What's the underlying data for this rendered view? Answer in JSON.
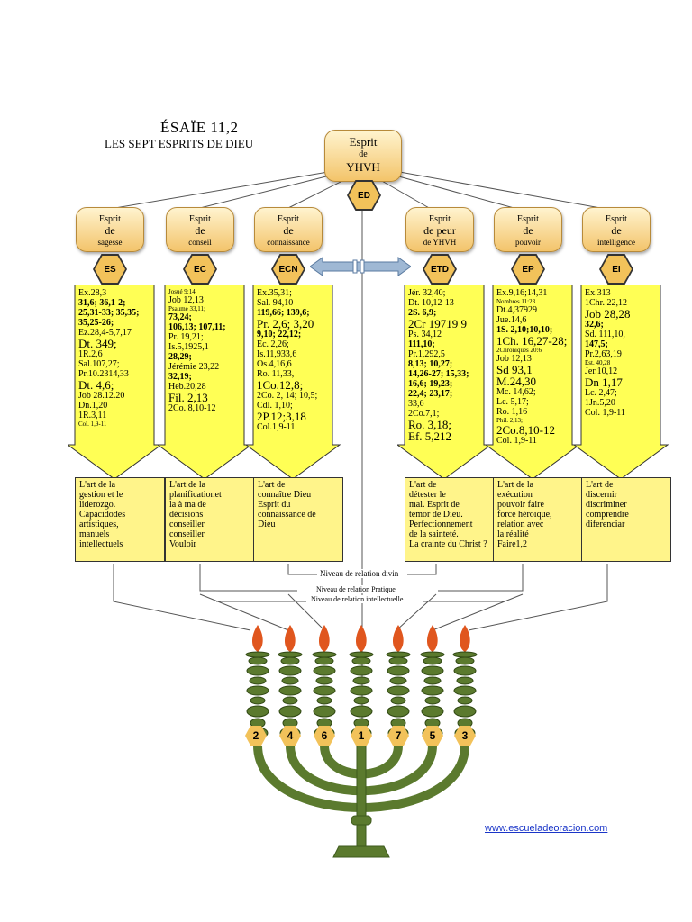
{
  "header": {
    "title": "ÉSAÏE 11,2",
    "subtitle": "LES SEPT ESPRITS DE DIEU"
  },
  "main_spirit": {
    "line1": "Esprit",
    "line2": "de",
    "line3": "YHVH",
    "badge": "ED"
  },
  "spirits": [
    {
      "id": "es",
      "line1": "Esprit",
      "line2": "de",
      "line3": "sagesse",
      "badge": "ES",
      "refs": [
        {
          "t": "Ex.28,3",
          "c": ""
        },
        {
          "t": "31,6; 36,1-2;",
          "c": "bold"
        },
        {
          "t": "25,31-33; 35,35;",
          "c": "bold"
        },
        {
          "t": "35,25-26;",
          "c": "bold"
        },
        {
          "t": "Ez.28,4-5,7,17",
          "c": ""
        },
        {
          "t": "Dt. 349;",
          "c": "big"
        },
        {
          "t": "1R.2,6",
          "c": ""
        },
        {
          "t": "Sal.107,27;",
          "c": ""
        },
        {
          "t": "Pr.10.2314,33",
          "c": ""
        },
        {
          "t": "Dt. 4,6;",
          "c": "big"
        },
        {
          "t": "Job 28.12.20",
          "c": ""
        },
        {
          "t": "Dn.1,20",
          "c": ""
        },
        {
          "t": "1R.3,11",
          "c": ""
        },
        {
          "t": "Col. 1,9-11",
          "c": "small"
        }
      ],
      "desc": [
        "L'art de la",
        "gestion et le",
        "liderozgo.",
        "Capacidodes",
        "artistiques,",
        "manuels",
        "intellectuels"
      ]
    },
    {
      "id": "ec",
      "line1": "Esprit",
      "line2": "de",
      "line3": "conseil",
      "badge": "EC",
      "refs": [
        {
          "t": "Josué 9:14",
          "c": "small"
        },
        {
          "t": "Job 12,13",
          "c": ""
        },
        {
          "t": "Psaume 33,11;",
          "c": "small"
        },
        {
          "t": "73,24;",
          "c": "bold"
        },
        {
          "t": "106,13; 107,11;",
          "c": "bold"
        },
        {
          "t": "Pr. 19,21;",
          "c": ""
        },
        {
          "t": "Is.5,1925,1",
          "c": ""
        },
        {
          "t": "28,29;",
          "c": "bold"
        },
        {
          "t": "Jérémie 23,22",
          "c": ""
        },
        {
          "t": "32,19;",
          "c": "bold"
        },
        {
          "t": "Heb.20,28",
          "c": ""
        },
        {
          "t": "Fil. 2,13",
          "c": "big"
        },
        {
          "t": "2Co. 8,10-12",
          "c": ""
        }
      ],
      "desc": [
        "L'art de la",
        "planificationet",
        "la à ma de",
        "décisions",
        "conseiller",
        "conseiller",
        "Vouloir"
      ]
    },
    {
      "id": "ecn",
      "line1": "Esprit",
      "line2": "de",
      "line3": "connaissance",
      "badge": "ECN",
      "refs": [
        {
          "t": "Ex.35,31;",
          "c": ""
        },
        {
          "t": "Sal. 94,10",
          "c": ""
        },
        {
          "t": "119,66; 139,6;",
          "c": "bold"
        },
        {
          "t": "Pr. 2,6; 3,20",
          "c": "big"
        },
        {
          "t": "9,10; 22,12;",
          "c": "bold"
        },
        {
          "t": "Ec. 2,26;",
          "c": ""
        },
        {
          "t": "Is.11,933,6",
          "c": ""
        },
        {
          "t": "Os.4,16,6",
          "c": ""
        },
        {
          "t": "Ro. 11,33,",
          "c": ""
        },
        {
          "t": "1Co.12,8;",
          "c": "big"
        },
        {
          "t": "2Co. 2, 14; 10,5;",
          "c": ""
        },
        {
          "t": "Cdl. 1,10;",
          "c": ""
        },
        {
          "t": "2P.12;3,18",
          "c": "big"
        },
        {
          "t": "Col.1,9-11",
          "c": ""
        }
      ],
      "desc": [
        "L'art de",
        "connaître Dieu",
        "Esprit du",
        "connaissance de",
        "Dieu"
      ]
    },
    {
      "id": "etd",
      "line1": "Esprit",
      "line2": "de peur",
      "line3": "de YHVH",
      "badge": "ETD",
      "refs": [
        {
          "t": "Jér. 32,40;",
          "c": ""
        },
        {
          "t": "Dt. 10,12-13",
          "c": ""
        },
        {
          "t": "2S. 6,9;",
          "c": "bold"
        },
        {
          "t": "2Cr 19719 9",
          "c": "big"
        },
        {
          "t": "Ps. 34,12",
          "c": ""
        },
        {
          "t": "111,10;",
          "c": "bold"
        },
        {
          "t": "Pr.1,292,5",
          "c": ""
        },
        {
          "t": "8,13; 10,27;",
          "c": "bold"
        },
        {
          "t": "14,26-27; 15,33;",
          "c": "bold"
        },
        {
          "t": "16,6; 19,23;",
          "c": "bold"
        },
        {
          "t": "22,4; 23,17;",
          "c": "bold"
        },
        {
          "t": "33,6",
          "c": ""
        },
        {
          "t": "2Co.7,1;",
          "c": ""
        },
        {
          "t": "Ro. 3,18;",
          "c": "big"
        },
        {
          "t": "Ef. 5,212",
          "c": "big"
        }
      ],
      "desc": [
        "L'art de",
        "détester le",
        "mal. Esprit de",
        "temor de Dieu.",
        "Perfectionnement",
        "de la sainteté.",
        "La crainte du Christ ?"
      ]
    },
    {
      "id": "ep",
      "line1": "Esprit",
      "line2": "de",
      "line3": "pouvoir",
      "badge": "EP",
      "refs": [
        {
          "t": "Ex.9,16;14,31",
          "c": ""
        },
        {
          "t": "Nombres 11:23",
          "c": "small"
        },
        {
          "t": "Dt.4,37929",
          "c": ""
        },
        {
          "t": "Jue.14,6",
          "c": ""
        },
        {
          "t": "1S. 2,10;10,10;",
          "c": "bold"
        },
        {
          "t": "1Ch. 16,27-28;",
          "c": "big"
        },
        {
          "t": "2Chroniques 20:6",
          "c": "small"
        },
        {
          "t": "Job 12,13",
          "c": ""
        },
        {
          "t": "Sd 93,1",
          "c": "big"
        },
        {
          "t": "M.24,30",
          "c": "big"
        },
        {
          "t": "Mc. 14,62;",
          "c": ""
        },
        {
          "t": "Lc. 5,17;",
          "c": ""
        },
        {
          "t": "Ro. 1,16",
          "c": ""
        },
        {
          "t": "Phil. 2,13;",
          "c": "small"
        },
        {
          "t": "2Co.8,10-12",
          "c": "big"
        },
        {
          "t": "Col. 1,9-11",
          "c": ""
        }
      ],
      "desc": [
        "L'art de la",
        "exécution",
        "pouvoir faire",
        "force héroïque,",
        "relation avec",
        "la réalité",
        "Faire1,2"
      ]
    },
    {
      "id": "ei",
      "line1": "Esprit",
      "line2": "de",
      "line3": "intelligence",
      "badge": "EI",
      "refs": [
        {
          "t": "Ex.313",
          "c": ""
        },
        {
          "t": "1Chr. 22,12",
          "c": ""
        },
        {
          "t": "Job 28,28",
          "c": "big"
        },
        {
          "t": "32,6;",
          "c": "bold"
        },
        {
          "t": "Sd. 111,10,",
          "c": ""
        },
        {
          "t": "147,5;",
          "c": "bold"
        },
        {
          "t": "Pr.2,63,19",
          "c": ""
        },
        {
          "t": "Est. 40,28",
          "c": "small"
        },
        {
          "t": "Jer.10,12",
          "c": ""
        },
        {
          "t": "Dn 1,17",
          "c": "big"
        },
        {
          "t": "Lc. 2,47;",
          "c": ""
        },
        {
          "t": "1Jn.5,20",
          "c": ""
        },
        {
          "t": "Col. 1,9-11",
          "c": ""
        }
      ],
      "desc": [
        "L'art de",
        "discernir",
        "discriminer",
        "comprendre",
        "diferenciar"
      ]
    }
  ],
  "levels": {
    "divine": "Niveau de relation divin",
    "practical": "Niveau de relation Pratique",
    "intellectual": "Niveau de relation intellectuelle"
  },
  "candles": [
    "2",
    "4",
    "6",
    "1",
    "7",
    "5",
    "3"
  ],
  "url": "www.escueladeoracion.com",
  "colors": {
    "arrow_fill": "#ffff55",
    "box_gold": "#f3c46a",
    "menorah": "#5b7a2e",
    "flame": "#e0561e",
    "link": "#1a35c8"
  }
}
